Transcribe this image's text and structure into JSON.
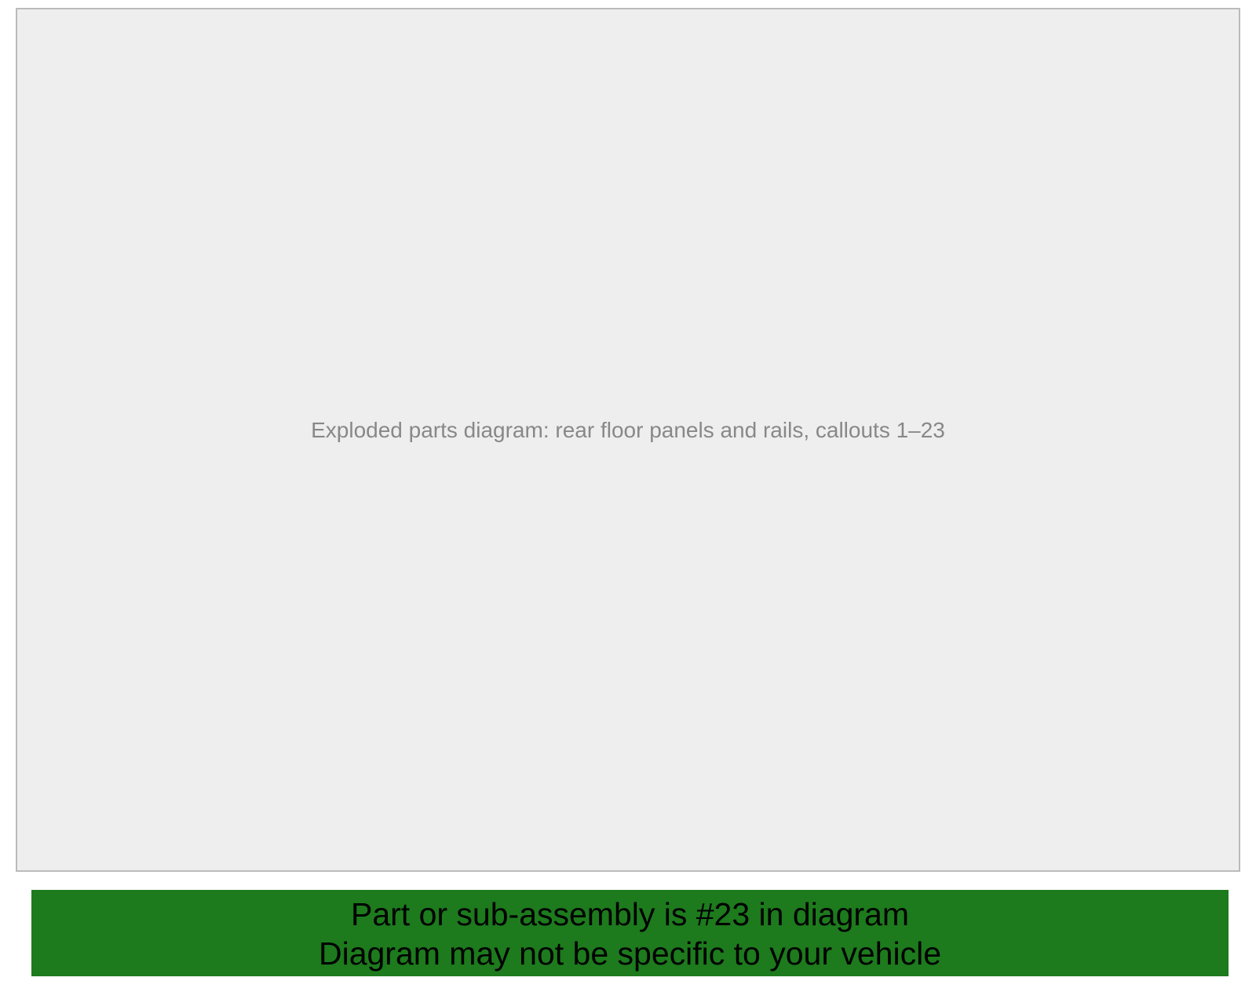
{
  "placeholder": {
    "label": "Exploded parts diagram: rear floor panels and rails, callouts 1–23"
  },
  "banner": {
    "line1": "Part or sub-assembly is #23 in diagram",
    "line2": "Diagram may not be specific to your vehicle",
    "color": "#1d7a1d"
  }
}
